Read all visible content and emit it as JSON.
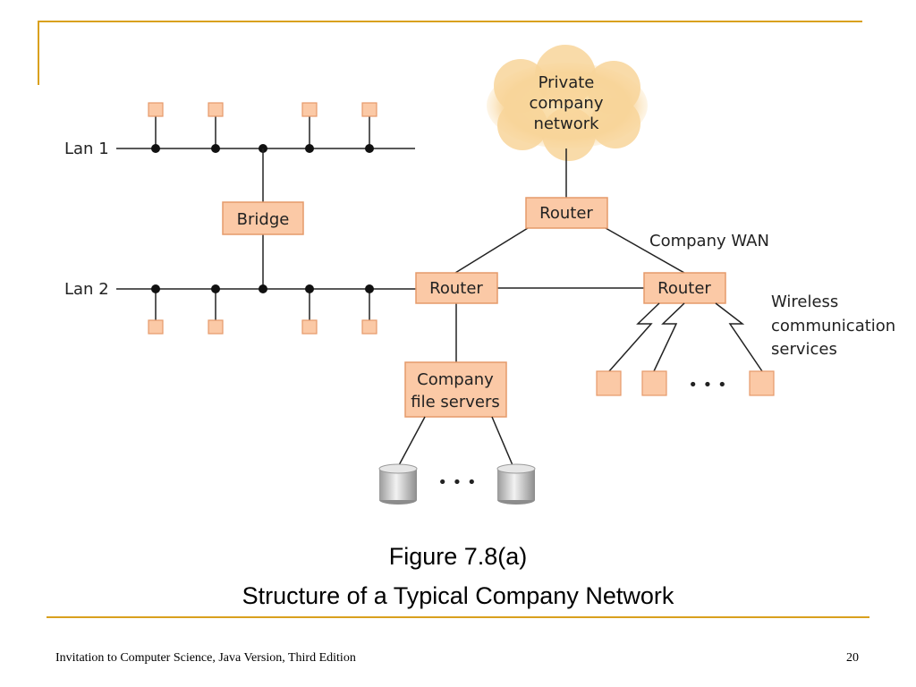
{
  "diagram": {
    "lan1_label": "Lan 1",
    "lan2_label": "Lan 2",
    "bridge_label": "Bridge",
    "cloud_lines": [
      "Private",
      "company",
      "network"
    ],
    "router_label": "Router",
    "wan_label": "Company WAN",
    "file_server_lines": [
      "Company",
      "file servers"
    ],
    "wireless_lines": [
      "Wireless",
      "communication",
      "services"
    ],
    "ellipsis": "• • •"
  },
  "figure": {
    "number": "Figure 7.8(a)",
    "caption": "Structure of a Typical Company Network"
  },
  "footer": {
    "book": "Invitation to Computer Science, Java Version, Third Edition",
    "page": "20"
  },
  "colors": {
    "accent_rule": "#d9a01e",
    "node_fill": "#fbc9a6",
    "node_stroke": "#e59a6a"
  }
}
